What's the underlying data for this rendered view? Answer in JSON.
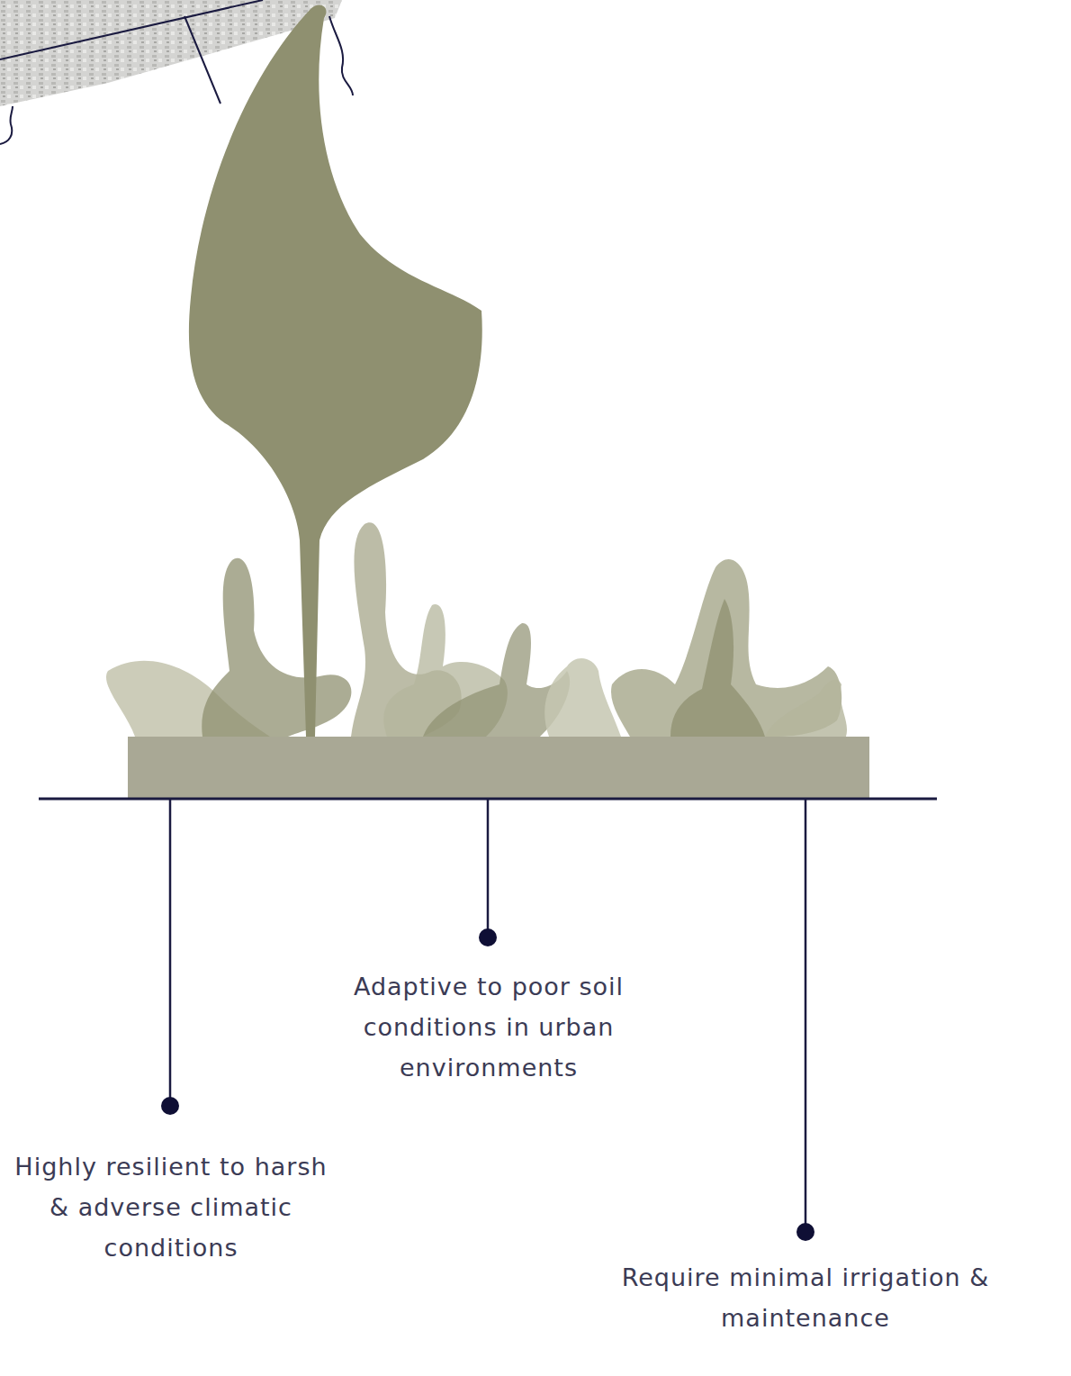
{
  "diagram": {
    "labels": [
      "Adaptive to poor soil conditions in urban environments",
      "Highly resilient to harsh & adverse climatic conditions",
      "Require minimal irrigation & maintenance"
    ]
  }
}
